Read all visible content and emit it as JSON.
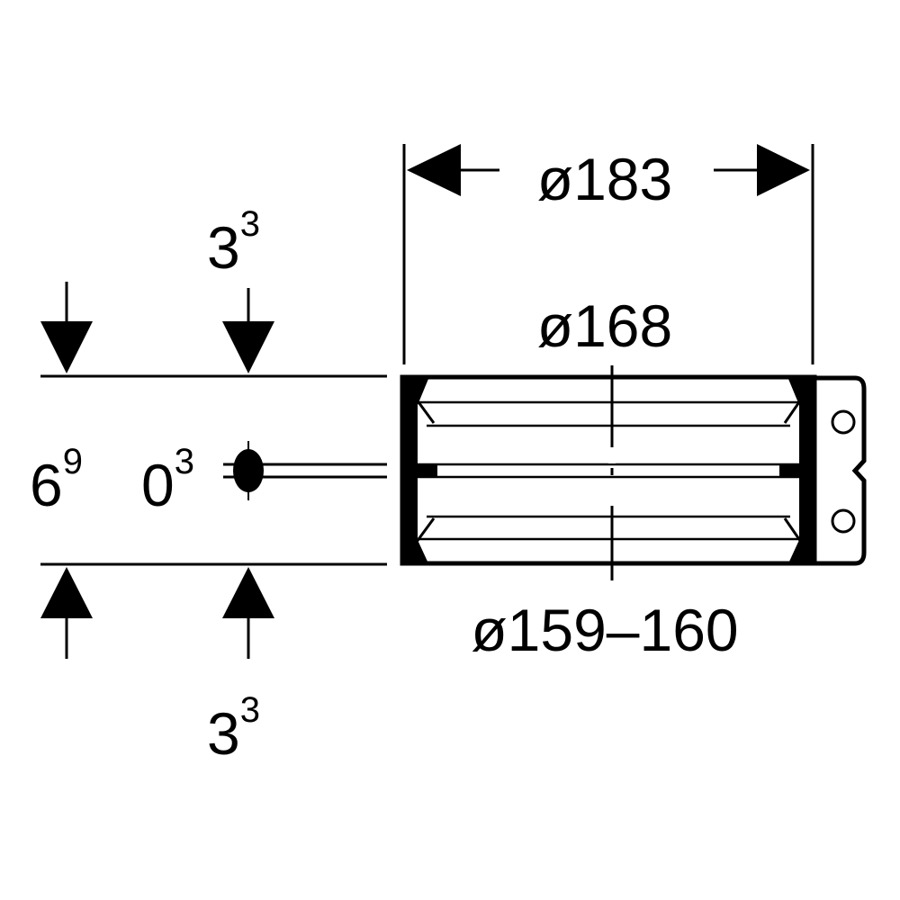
{
  "dimensions": {
    "outer_diameter": "ø183",
    "nominal_diameter": "ø168",
    "inner_diameter": "ø159–160",
    "top_offset": {
      "base": "3",
      "sup": "3"
    },
    "bottom_offset": {
      "base": "3",
      "sup": "3"
    },
    "height": {
      "base": "6",
      "sup": "9"
    },
    "gap": {
      "base": "0",
      "sup": "3"
    }
  },
  "colors": {
    "line": "#000000",
    "background": "#ffffff"
  }
}
